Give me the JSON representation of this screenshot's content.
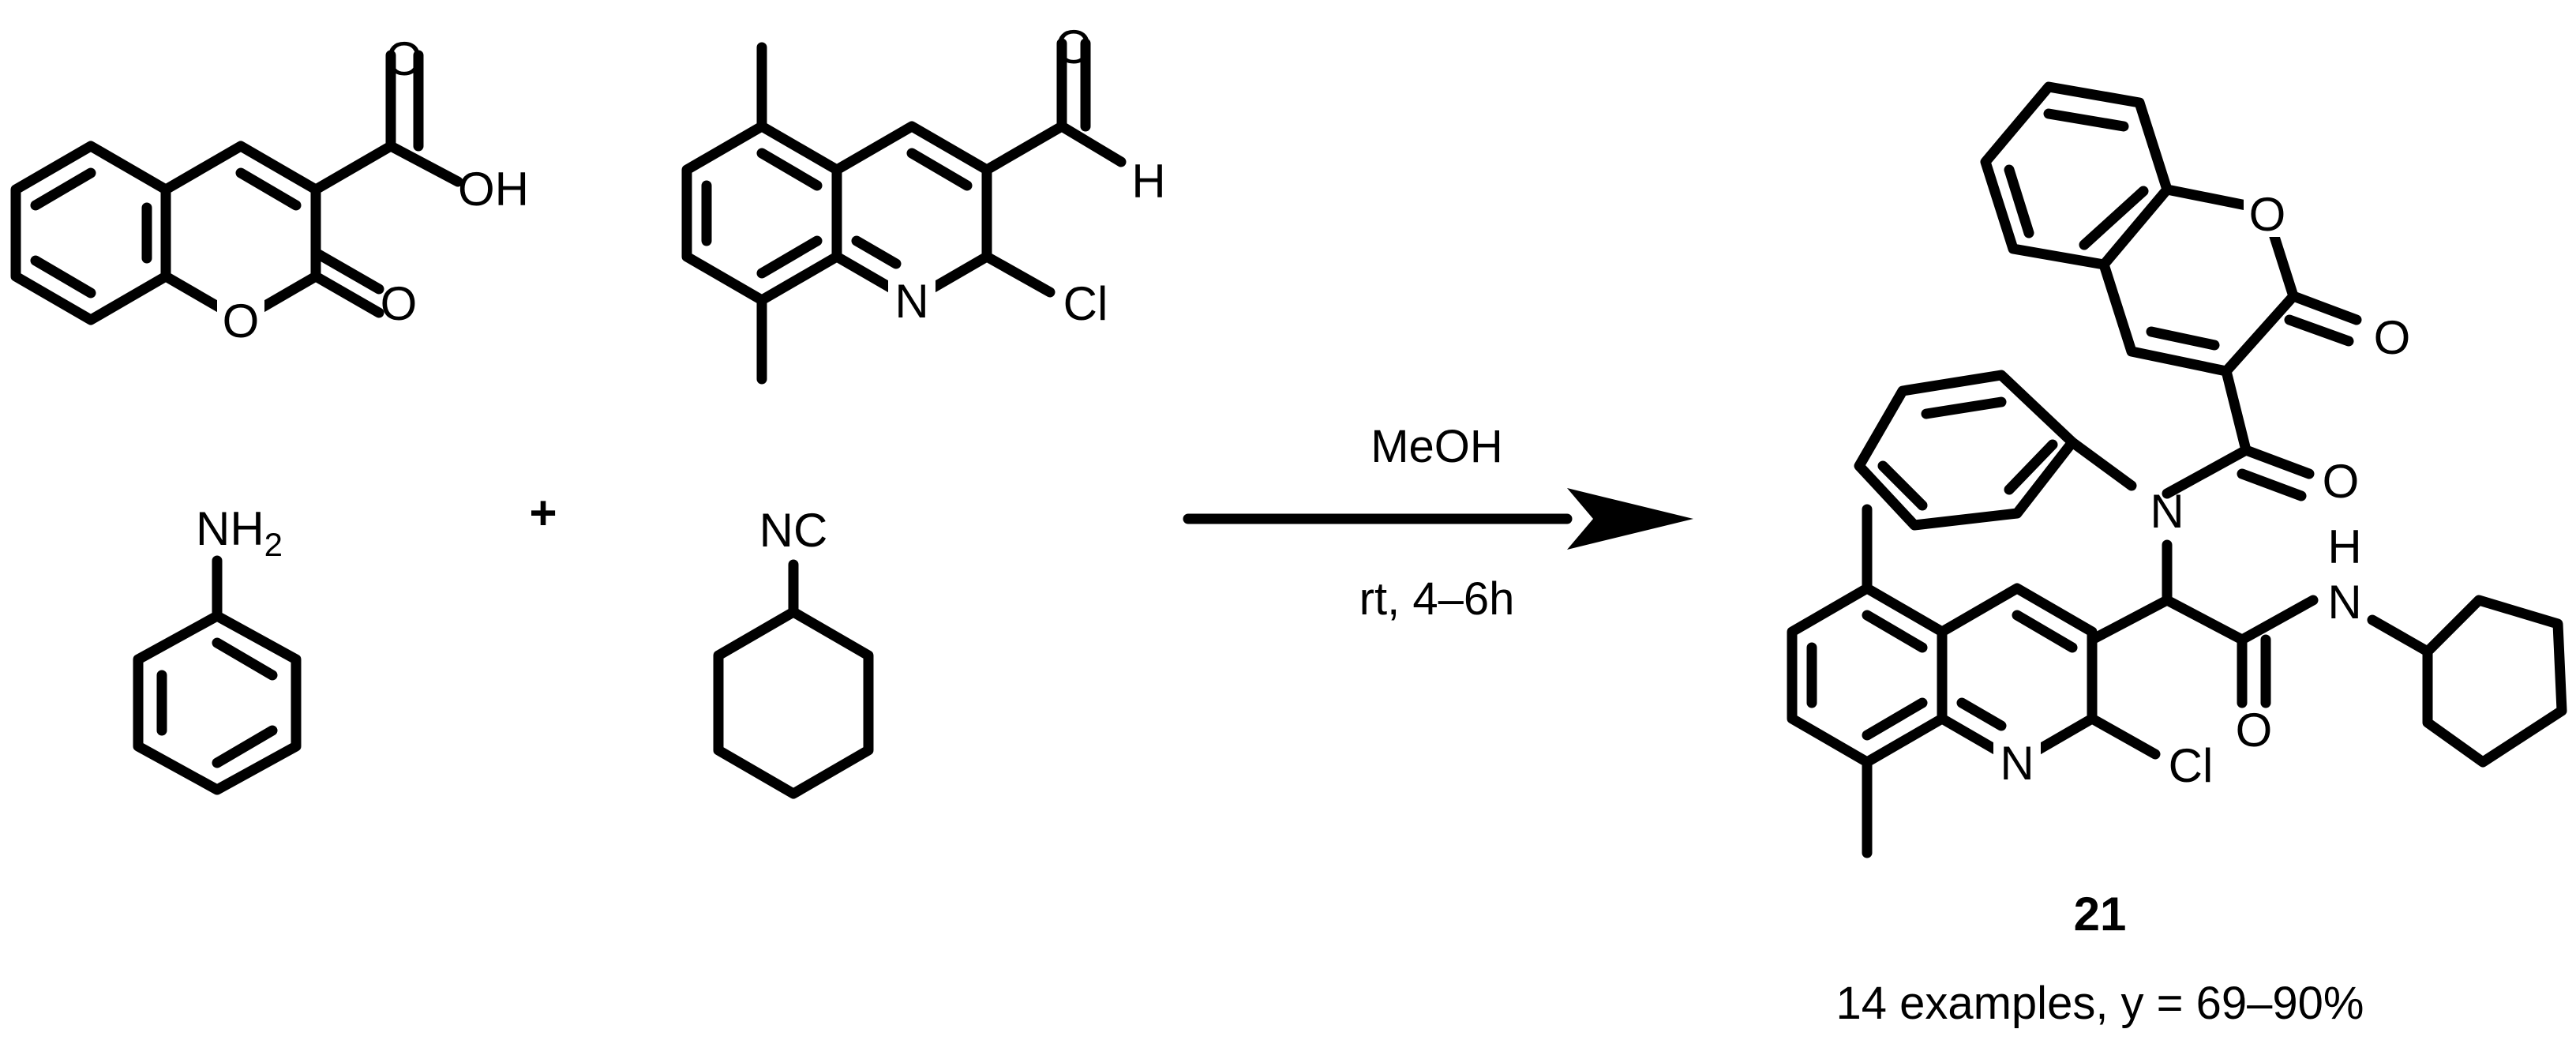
{
  "scheme": {
    "reagents": {
      "acid": {
        "oh": "OH",
        "o_ring": "O",
        "o_carbonyl": "O",
        "o_acid": "O"
      },
      "aldehyde": {
        "o": "O",
        "h": "H",
        "n": "N",
        "cl": "Cl"
      },
      "amine": {
        "nh2": "NH",
        "nh2_sub": "2"
      },
      "isocyanide": {
        "nc": "NC"
      },
      "plus": "+"
    },
    "arrow": {
      "above": "MeOH",
      "below": "rt, 4–6h"
    },
    "product": {
      "o_ring": "O",
      "o_lactone": "O",
      "o_amide1": "O",
      "n_amide": "N",
      "nh_n": "N",
      "nh_h": "H",
      "o_amide2": "O",
      "n_quin": "N",
      "cl": "Cl",
      "label": "21",
      "caption": "14 examples, y = 69–90%"
    }
  }
}
